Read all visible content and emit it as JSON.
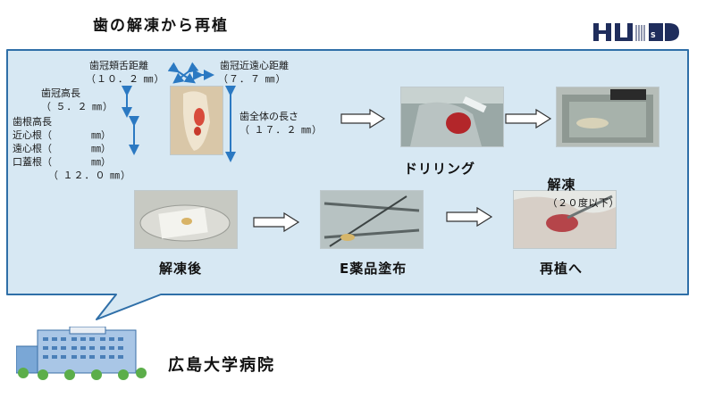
{
  "title": "歯の解凍から再植",
  "logo_text": "HUSD",
  "hospital_name": "広島大学病院",
  "measurements": {
    "buccolingual_label": "歯冠頬舌距離",
    "buccolingual_value": "（１０．２ ㎜）",
    "mesiodistal_label": "歯冠近遠心距離",
    "mesiodistal_value": "（７．７ ㎜）",
    "crown_height_label": "歯冠高長",
    "crown_height_value": "（ ５．２ ㎜）",
    "total_length_label": "歯全体の長さ",
    "total_length_value": "（ １７．２ ㎜）",
    "root_height_label": "歯根高長",
    "root_mesial_label": "近心根（　　　　㎜）",
    "root_distal_label": "遠心根（　　　　㎜）",
    "root_palatal_label": "口蓋根（　　　　㎜）",
    "root_total_value": "（ １２．０ ㎜）"
  },
  "steps": {
    "drilling": "ドリリング",
    "thawing": "解凍",
    "thawing_note": "（２０度以下）",
    "after_thaw": "解凍後",
    "e_drug": "E薬品塗布",
    "replant": "再植へ"
  },
  "colors": {
    "bubble_fill": "#d7e8f3",
    "bubble_stroke": "#2f6fa8",
    "arrow_blue": "#2b79c2",
    "logo_navy": "#1f2d5c"
  }
}
